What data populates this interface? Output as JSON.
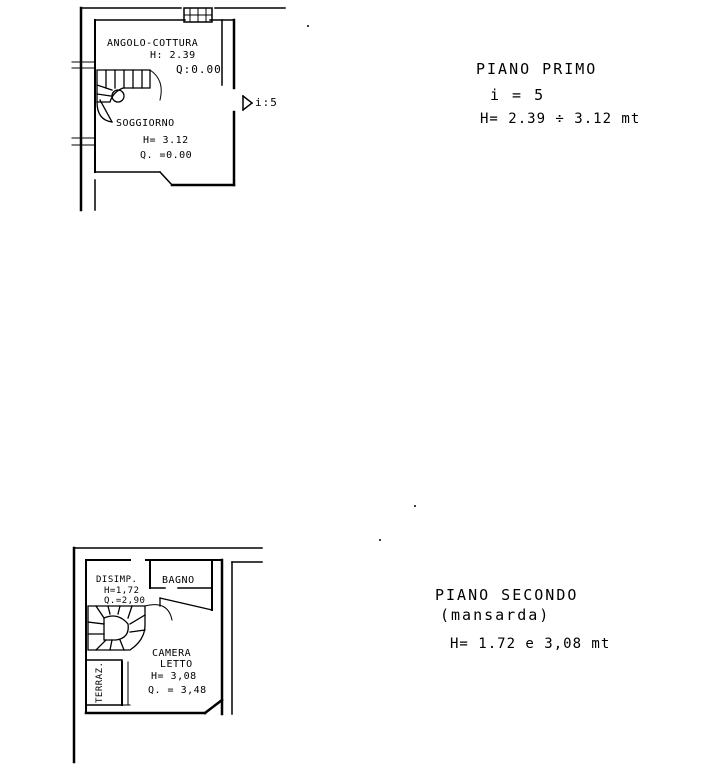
{
  "floor1": {
    "title": "PIANO PRIMO",
    "ratio": "i = 5",
    "height_range": "H= 2.39 ÷ 3.12 mt",
    "section_marker": "i:5",
    "rooms": {
      "angolo_cottura": {
        "name": "ANGOLO-COTTURA",
        "height": "H: 2.39",
        "q": "Q:0.00"
      },
      "soggiorno": {
        "name": "SOGGIORNO",
        "height": "H= 3.12",
        "q": "Q. =0.00"
      }
    }
  },
  "floor2": {
    "title": "PIANO SECONDO",
    "subtitle": "(mansarda)",
    "height_range": "H= 1.72  e 3,08 mt",
    "rooms": {
      "disimp": {
        "name": "DISIMP.",
        "height": "H=1,72",
        "q": "Q.=2,90"
      },
      "bagno": {
        "name": "BAGNO"
      },
      "camera_letto": {
        "name1": "CAMERA",
        "name2": "LETTO",
        "height": "H= 3,08",
        "q": "Q. = 3,48"
      },
      "terrazzo": {
        "name": "TERRAZ."
      }
    }
  },
  "colors": {
    "ink": "#000000",
    "paper": "#ffffff"
  }
}
